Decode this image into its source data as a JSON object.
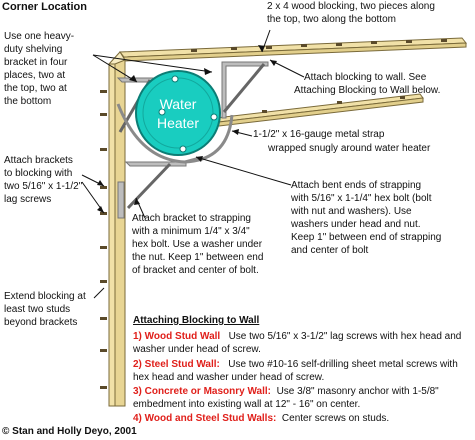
{
  "title": "Corner Location",
  "heater": {
    "line1": "Water",
    "line2": "Heater",
    "fill": "#19cdc0"
  },
  "labels": {
    "blocking_top_1": "2 x 4 wood blocking, two pieces along",
    "blocking_top_2": "the top, two along the bottom",
    "bracket_1": "Use one heavy-",
    "bracket_2": "duty shelving",
    "bracket_3": "bracket in four",
    "bracket_4": "places, two at",
    "bracket_5": "the top, two at",
    "bracket_6": "the bottom",
    "attach_wall_1": "Attach blocking to wall. See",
    "attach_wall_2": "Attaching Blocking to Wall below.",
    "strap_1": "1-1/2\" x 16-gauge metal strap",
    "strap_2": "wrapped snugly around water heater",
    "brackets_blocking_1": "Attach brackets",
    "brackets_blocking_2": "to blocking with",
    "brackets_blocking_3": "two 5/16\" x 1-1/2\"",
    "brackets_blocking_4": "lag screws",
    "bent_1": "Attach bent ends of strapping",
    "bent_2": "with 5/16\" x 1-1/4\" hex bolt (bolt",
    "bent_3": "with nut and washers). Use",
    "bent_4": "washers under head and nut.",
    "bent_5": "Keep 1\" between end of strapping",
    "bent_6": "and center of bolt",
    "bracket_strap_1": "Attach bracket to strapping",
    "bracket_strap_2": "with a minimum 1/4\" x 3/4\"",
    "bracket_strap_3": "hex bolt. Use a washer under",
    "bracket_strap_4": "the nut. Keep 1\" between end",
    "bracket_strap_5": "of bracket and center of bolt.",
    "extend_1": "Extend blocking at",
    "extend_2": "least two studs",
    "extend_3": "beyond brackets"
  },
  "section": {
    "title": "Attaching Blocking to Wall",
    "items": [
      {
        "head": "1)  Wood Stud Wall",
        "text_1": "Use two 5/16\" x 3-1/2\" lag screws with hex head and",
        "text_2": "washer under head of screw."
      },
      {
        "head": "2) Steel Stud Wall:",
        "text_1": "Use two #10-16 self-drilling sheet metal screws with",
        "text_2": "hex head and washer under head of screw."
      },
      {
        "head": "3)  Concrete or Masonry Wall:",
        "text_1": "Use 3/8\" masonry anchor with 1-5/8\"",
        "text_2": "embedment into existing wall at 12\" - 16\" on center."
      },
      {
        "head": "4)  Wood and Steel Stud Walls:",
        "text_1": "Center screws on studs.",
        "text_2": ""
      }
    ]
  },
  "copyright": "© Stan and Holly Deyo, 2001",
  "colors": {
    "wood": "#f1e1a8",
    "wood_edge": "#7a6a3a",
    "accent_red": "#e0201b",
    "metal": "#8a8a8a"
  }
}
